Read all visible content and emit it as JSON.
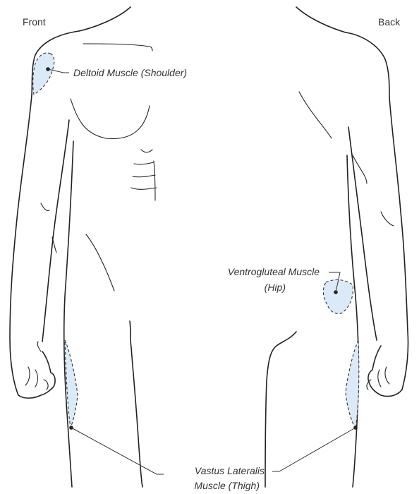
{
  "view_labels": {
    "front": "Front",
    "back": "Back"
  },
  "injection_sites": {
    "deltoid": "Deltoid Muscle (Shoulder)",
    "ventrogluteal_line1": "Ventrogluteal Muscle",
    "ventrogluteal_line2": "(Hip)",
    "vastus_line1": "Vastus Lateralis",
    "vastus_line2": "Muscle (Thigh)"
  },
  "colors": {
    "site_fill": "#dbeaf8",
    "outline": "#222222"
  }
}
